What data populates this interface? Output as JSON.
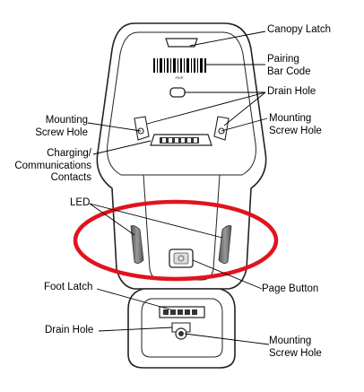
{
  "labels": {
    "canopy_latch": [
      "Canopy Latch"
    ],
    "pairing_bar_code": [
      "Pairing",
      "Bar Code"
    ],
    "drain_hole_top": [
      "Drain Hole"
    ],
    "mounting_screw_hole_left": [
      "Mounting",
      "Screw Hole"
    ],
    "mounting_screw_hole_right": [
      "Mounting",
      "Screw Hole"
    ],
    "charging_contacts": [
      "Charging/",
      "Communications",
      "Contacts"
    ],
    "led": [
      "LED"
    ],
    "foot_latch": [
      "Foot Latch"
    ],
    "page_button": [
      "Page Button"
    ],
    "drain_hole_bottom": [
      "Drain Hole"
    ],
    "mounting_screw_hole_bottom": [
      "Mounting",
      "Screw Hole"
    ]
  },
  "device": {
    "barcode_caption": "PAIR"
  },
  "colors": {
    "highlight_ellipse": "#e0141e",
    "outline": "#222222",
    "body_fill": "#ffffff",
    "led_fill": "#777777"
  }
}
